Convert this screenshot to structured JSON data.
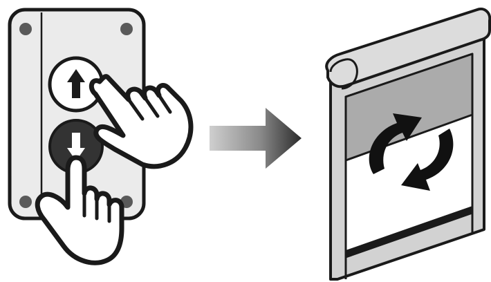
{
  "diagram": {
    "control_box": {
      "up_button": {
        "icon": "arrow-up-icon",
        "state": "pressed"
      },
      "down_button": {
        "icon": "arrow-down-icon",
        "state": "pressed"
      }
    },
    "flow_arrow": {
      "icon": "arrow-right-icon"
    },
    "roller_shutter": {
      "screen_rolled_fraction": 0.3,
      "motion_icon": "rotate-cycle-icon"
    },
    "colors": {
      "outline": "#1a1a1a",
      "panel": "#ebebeb",
      "screw": "#5a5a5a",
      "down_button": "#333333",
      "screen_shaded": "#ababab",
      "frame": "#d2d2d2",
      "arrow_light": "#cfcfcf",
      "arrow_dark": "#2b2b2b"
    }
  }
}
